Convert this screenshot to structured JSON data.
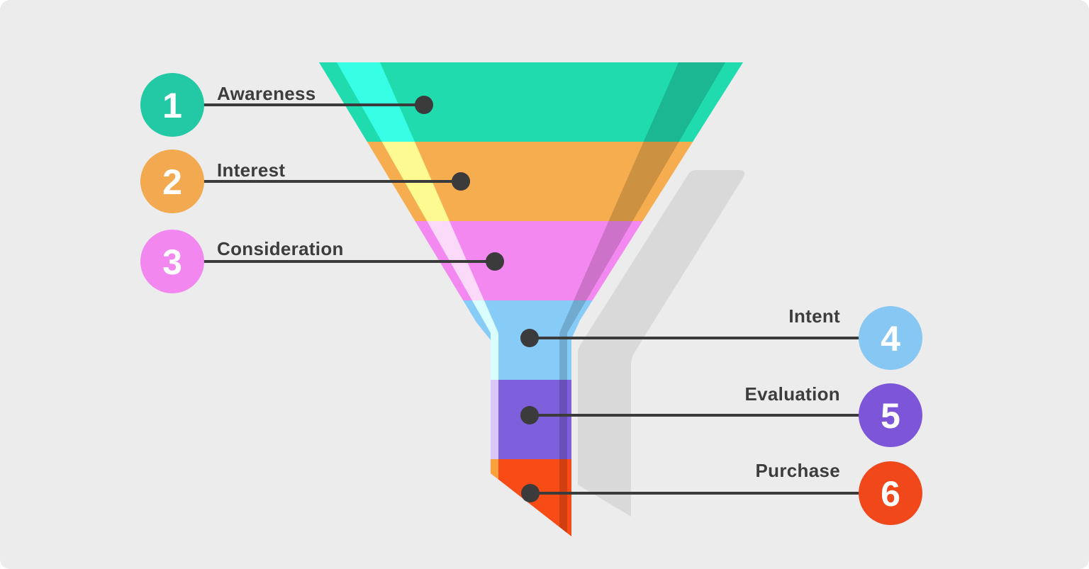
{
  "diagram_type": "marketing-funnel",
  "canvas": {
    "background": "#ECECEC",
    "shadow_color": "#D9D9D9",
    "connector_color": "#3B3B3B",
    "label_color": "#3D3D3D",
    "number_color": "#FFFFFF"
  },
  "stages": [
    {
      "number": "1",
      "label": "Awareness",
      "side": "left",
      "circle_color": "#23C9A4",
      "band_color": "#20DBAE",
      "highlight_color": "#36FFE6"
    },
    {
      "number": "2",
      "label": "Interest",
      "side": "left",
      "circle_color": "#F2A94F",
      "band_color": "#F5AD4F",
      "highlight_color": "#FCFA90"
    },
    {
      "number": "3",
      "label": "Consideration",
      "side": "left",
      "circle_color": "#F288EF",
      "band_color": "#F388F0",
      "highlight_color": "#FBD9F9"
    },
    {
      "number": "4",
      "label": "Intent",
      "side": "right",
      "circle_color": "#87C7F3",
      "band_color": "#87CBF7",
      "highlight_color": "#DAFEFD"
    },
    {
      "number": "5",
      "label": "Evaluation",
      "side": "right",
      "circle_color": "#7C55D9",
      "band_color": "#7E60DD",
      "highlight_color": "#D9C8F7"
    },
    {
      "number": "6",
      "label": "Purchase",
      "side": "right",
      "circle_color": "#F0481B",
      "band_color": "#F94B16",
      "highlight_color": "#F9A23D"
    }
  ]
}
